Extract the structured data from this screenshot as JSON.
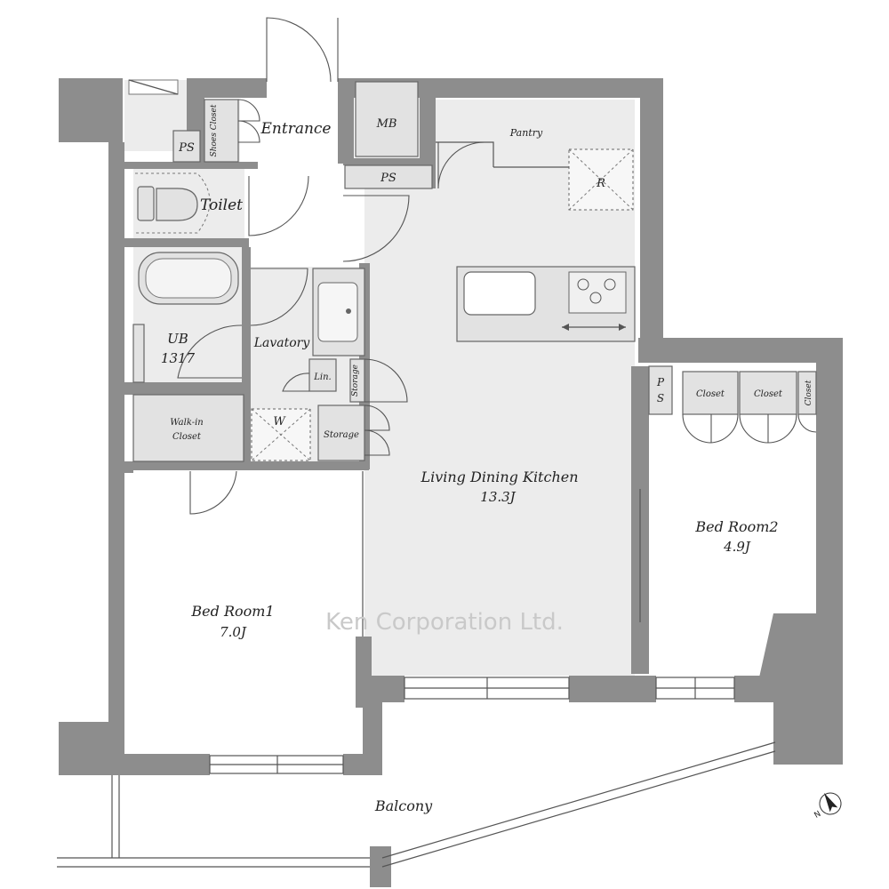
{
  "plan": {
    "rooms": {
      "entrance": "Entrance",
      "shoes_closet": "Shoes Closet",
      "ps_top": "PS",
      "mb": "MB",
      "pantry": "Pantry",
      "ps_mid": "PS",
      "refrigerator": "R",
      "toilet": "Toilet",
      "ub": "UB",
      "ub_size": "1317",
      "lavatory": "Lavatory",
      "linen": "Lin.",
      "storage_small": "Storage",
      "storage": "Storage",
      "washer": "W",
      "walkin_closet_1": "Walk-in",
      "walkin_closet_2": "Closet",
      "ldk": "Living Dining Kitchen",
      "ldk_size": "13.3J",
      "bedroom1": "Bed Room1",
      "bedroom1_size": "7.0J",
      "bedroom2": "Bed Room2",
      "bedroom2_size": "4.9J",
      "ps_right_1": "P",
      "ps_right_2": "S",
      "closet_1": "Closet",
      "closet_2": "Closet",
      "closet_3": "Closet",
      "balcony": "Balcony"
    },
    "watermark": "Ken Corporation Ltd.",
    "compass_label": "N"
  }
}
